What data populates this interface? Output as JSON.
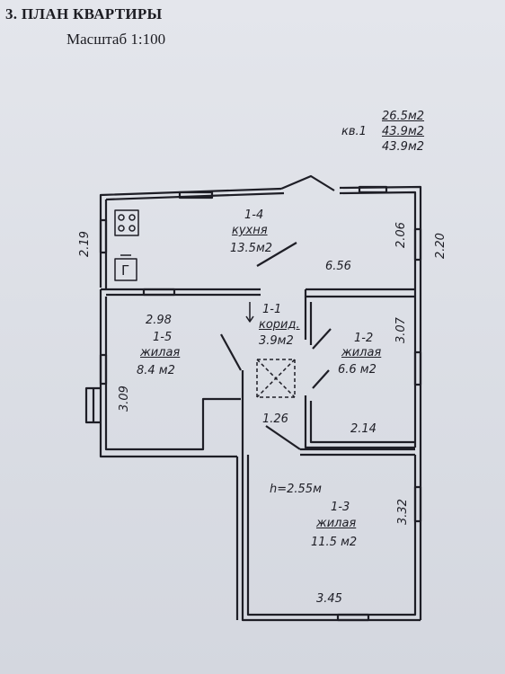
{
  "header": {
    "title": "3. ПЛАН КВАРТИРЫ",
    "scale": "Масштаб 1:100"
  },
  "summary": {
    "apartment_label": "кв.1",
    "area_1": "26.5м2",
    "area_2": "43.9м2",
    "area_3": "43.9м2"
  },
  "rooms": {
    "kitchen": {
      "number": "1-4",
      "name": "кухня",
      "area": "13.5м2"
    },
    "corridor": {
      "number": "1-1",
      "name": "корид.",
      "area": "3.9м2"
    },
    "living_1_5": {
      "number": "1-5",
      "name": "жилая",
      "area": "8.4 м2"
    },
    "living_1_2": {
      "number": "1-2",
      "name": "жилая",
      "area": "6.6 м2"
    },
    "living_1_3": {
      "number": "1-3",
      "name": "жилая",
      "area": "11.5 м2"
    }
  },
  "dimensions": {
    "kitchen_left": "2.19",
    "kitchen_right": "2.06",
    "outer_right": "2.20",
    "kitchen_width": "6.56",
    "room_1_5_width": "2.98",
    "room_1_5_height": "3.09",
    "room_1_2_height": "3.07",
    "room_1_2_width": "2.14",
    "corridor_width": "1.26",
    "room_1_3_height": "3.32",
    "room_1_3_width": "3.45",
    "ceiling_height": "h=2.55м"
  },
  "symbols": {
    "stove": "stove-icon",
    "gas_meter": "Г"
  },
  "colors": {
    "ink": "#1e1e26",
    "paper": "#dfe1e7"
  }
}
